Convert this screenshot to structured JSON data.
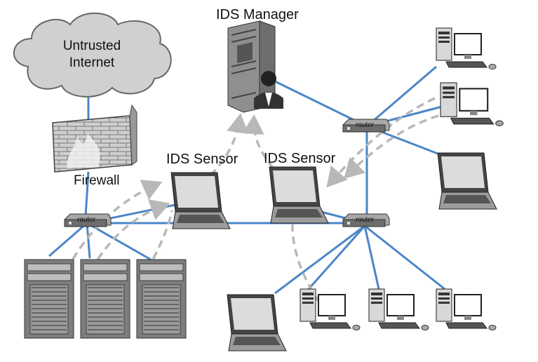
{
  "labels": {
    "ids_manager": "IDS Manager",
    "cloud_line1": "Untrusted",
    "cloud_line2": "Internet",
    "firewall": "Firewall",
    "ids_sensor_left": "IDS Sensor",
    "ids_sensor_right": "IDS Sensor",
    "router_left": "router",
    "router_center": "router",
    "router_top": "router"
  },
  "colors": {
    "link": "#4a86c8",
    "alert_flow": "#b8b8b8",
    "cloud_fill": "#d0d0d0",
    "device_gray": "#8c8c8c"
  }
}
